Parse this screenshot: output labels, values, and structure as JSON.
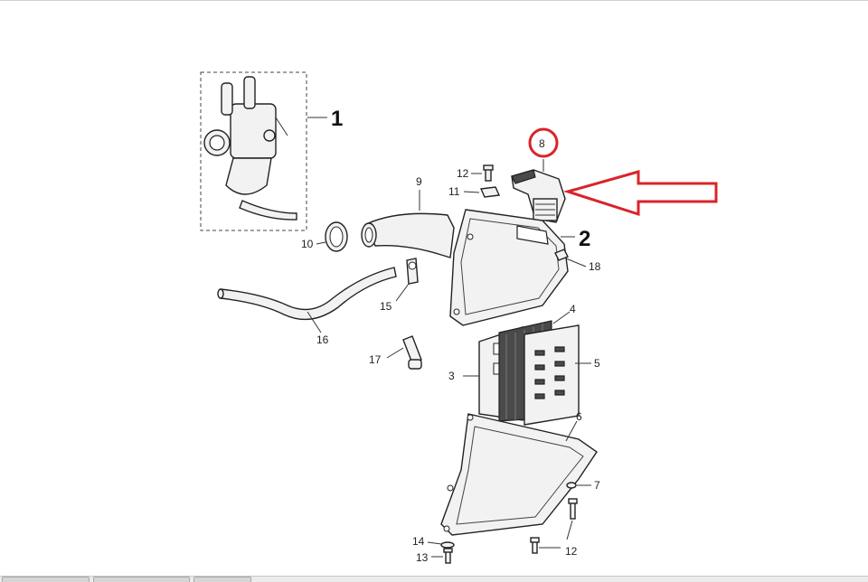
{
  "callouts": {
    "p1": "1",
    "p2": "2",
    "p3": "3",
    "p4": "4",
    "p5": "5",
    "p6": "6",
    "p7": "7",
    "p8": "8",
    "p9": "9",
    "p10": "10",
    "p11": "11",
    "p12a": "12",
    "p12b": "12",
    "p13": "13",
    "p14": "14",
    "p15": "15",
    "p16": "16",
    "p17": "17",
    "p18": "18"
  },
  "colors": {
    "highlight": "#d9242a",
    "line": "#222222",
    "part_fill": "#f2f2f2"
  }
}
